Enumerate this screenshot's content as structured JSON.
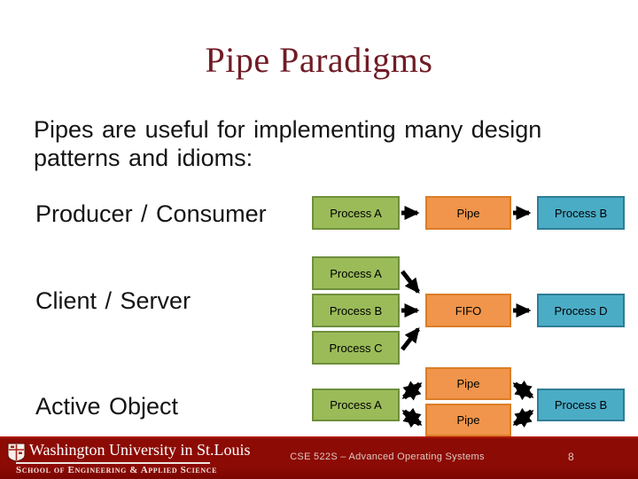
{
  "slide": {
    "title": "Pipe Paradigms",
    "intro": "Pipes are useful for implementing many design patterns and idioms:"
  },
  "sections": {
    "producer_consumer": {
      "label": "Producer / Consumer",
      "process_a": "Process A",
      "pipe": "Pipe",
      "process_b": "Process B"
    },
    "client_server": {
      "label": "Client / Server",
      "process_a": "Process A",
      "process_b": "Process B",
      "process_c": "Process C",
      "fifo": "FIFO",
      "process_d": "Process D"
    },
    "active_object": {
      "label": "Active Object",
      "process_a": "Process A",
      "pipe_top": "Pipe",
      "pipe_bottom": "Pipe",
      "process_b": "Process B"
    }
  },
  "footer": {
    "university": "Washington University in St.Louis",
    "school": "School of Engineering & Applied Science",
    "course": "CSE 522S – Advanced Operating Systems",
    "page_number": "8"
  },
  "colors": {
    "process_green": "#9BBB59",
    "process_green_border": "#6E8F3C",
    "pipe_orange": "#F0954B",
    "pipe_orange_border": "#DB7E28",
    "process_blue": "#4BACC6",
    "process_blue_border": "#2E7D96",
    "title_maroon": "#701C26",
    "footer_maroon": "#8C0B04",
    "arrow_black": "#000000"
  }
}
